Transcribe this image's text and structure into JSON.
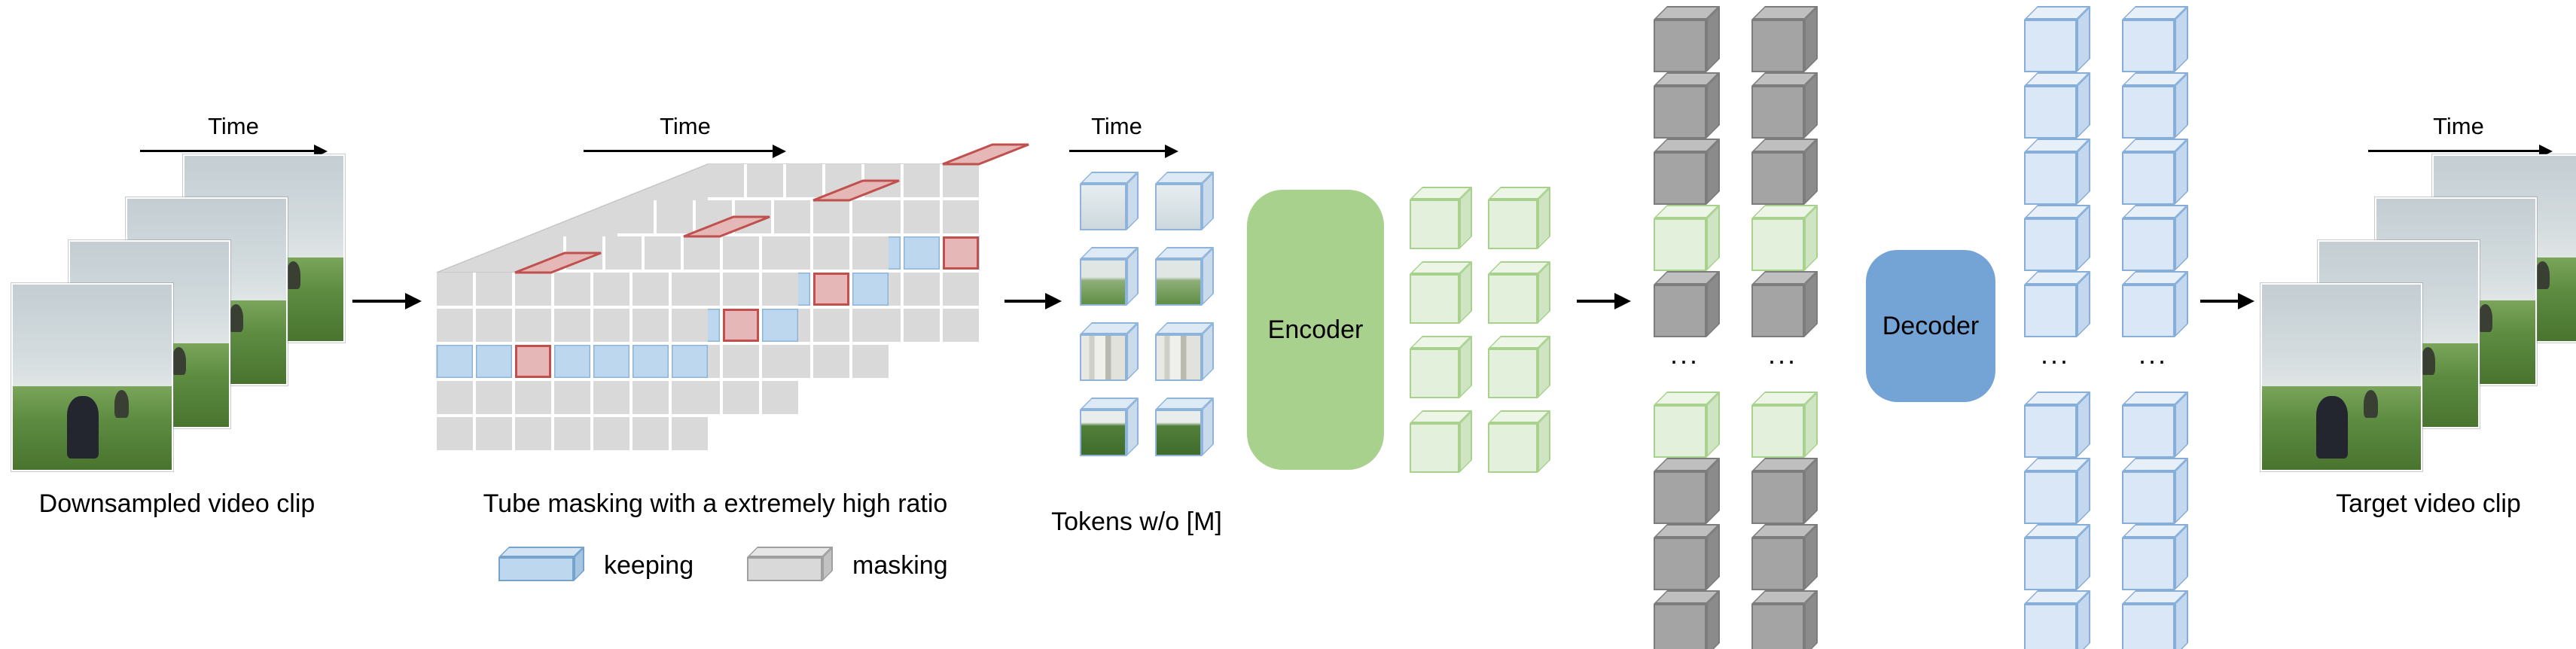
{
  "labels": {
    "time": "Time",
    "ellipsis": "..."
  },
  "input_clip": {
    "caption": "Downsampled video clip",
    "frame_count": 4
  },
  "tube_masking": {
    "caption": "Tube masking with a extremely high ratio",
    "legend": [
      {
        "label": "keeping",
        "theme": "keepslab"
      },
      {
        "label": "masking",
        "theme": "maskslab"
      }
    ],
    "grid_count": 4,
    "rows": 5,
    "cols": 7,
    "keep_row": 2,
    "red_cells": [
      [
        [
          2,
          2
        ]
      ],
      [
        [
          2,
          5
        ]
      ],
      [
        [
          2,
          5
        ]
      ],
      [
        [
          2,
          6
        ]
      ]
    ],
    "roof_red_cols": [
      2,
      4,
      5,
      6
    ],
    "colors": {
      "mask": "#d9d9d9",
      "keep": "#bdd7ee",
      "keep_edge": "#8eb4d8",
      "red_fill": "#e5b8b7",
      "red_edge": "#c0504d",
      "roof": "#d9d9d9",
      "roof_edge": "#c6c6c6",
      "band": "#bdd7ee",
      "band_edge": "#a8c9e4"
    }
  },
  "tokens": {
    "caption": "Tokens w/o [M]",
    "rows": 4,
    "cols": 2,
    "row_textures": [
      "sky",
      "field",
      "buildings",
      "grass"
    ]
  },
  "encoder": {
    "label": "Encoder",
    "color": "#a9d18e"
  },
  "encoded_tokens": {
    "rows": 4,
    "cols": 2,
    "theme": "green"
  },
  "latent_tokens": {
    "columns": 2,
    "pattern": [
      "gray",
      "gray",
      "gray",
      "green",
      "gray",
      "gap",
      "green",
      "gray",
      "gray",
      "gray"
    ]
  },
  "decoder": {
    "label": "Decoder",
    "color": "#74a3d6"
  },
  "decoded_tokens": {
    "columns": 2,
    "pattern": [
      "blue",
      "blue",
      "blue",
      "blue",
      "blue",
      "gap",
      "blue",
      "blue",
      "blue",
      "blue"
    ]
  },
  "output_clip": {
    "caption": "Target video clip",
    "frame_count": 4
  },
  "themes": {
    "gray": {
      "front": "#a4a4a4",
      "top": "#bfbfbf",
      "side": "#8b8b8b",
      "edge": "#7c7c7c"
    },
    "green": {
      "front": "#e3f0dc",
      "top": "#edf5e7",
      "side": "#cfe4c2",
      "edge": "#a9d18e"
    },
    "blue": {
      "front": "#d9e7f6",
      "top": "#e7eff9",
      "side": "#c3d7ee",
      "edge": "#86aed8"
    },
    "token": {
      "top": "#dde9f4",
      "side": "#c9daeb",
      "edge": "#8fb4d9"
    },
    "keepslab": {
      "front": "#bdd7ee",
      "top": "#d2e4f4",
      "side": "#a5c6e2",
      "edge": "#76a3cc"
    },
    "maskslab": {
      "front": "#d9d9d9",
      "top": "#e6e6e6",
      "side": "#c2c2c2",
      "edge": "#9f9f9f"
    }
  }
}
